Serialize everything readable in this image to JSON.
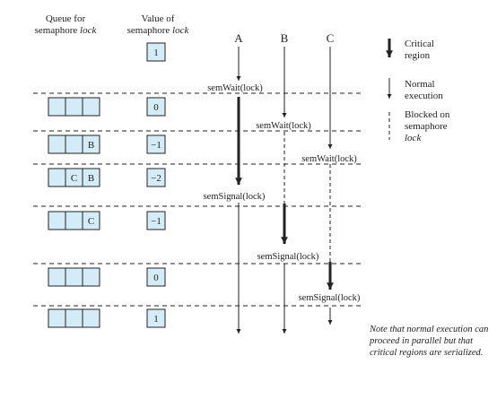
{
  "headers": {
    "queue_line1": "Queue for",
    "queue_line2_prefix": "semaphore ",
    "queue_line2_italic": "lock",
    "value_line1": "Value of",
    "value_line2_prefix": "semaphore ",
    "value_line2_italic": "lock"
  },
  "processes": [
    "A",
    "B",
    "C"
  ],
  "initial_value": "1",
  "states": [
    {
      "queue": [
        "",
        "",
        ""
      ],
      "value": "0"
    },
    {
      "queue": [
        "",
        "",
        "B"
      ],
      "value": "−1"
    },
    {
      "queue": [
        "",
        "C",
        "B"
      ],
      "value": "−2"
    },
    {
      "queue": [
        "",
        "",
        "C"
      ],
      "value": "−1"
    },
    {
      "queue": [
        "",
        "",
        ""
      ],
      "value": "0"
    },
    {
      "queue": [
        "",
        "",
        ""
      ],
      "value": "1"
    }
  ],
  "operations": [
    {
      "label": "semWait(lock)"
    },
    {
      "label": "semWait(lock)"
    },
    {
      "label": "semWait(lock)"
    },
    {
      "label": "semSignal(lock)"
    },
    {
      "label": "semSignal(lock)"
    },
    {
      "label": "semSignal(lock)"
    }
  ],
  "legend": {
    "critical": [
      "Critical",
      "region"
    ],
    "normal": [
      "Normal",
      "execution"
    ],
    "blocked_lines": [
      "Blocked on",
      "semaphore"
    ],
    "blocked_italic": "lock"
  },
  "note": "Note that normal execution can proceed in parallel but that critical regions are serialized.",
  "colors": {
    "queue_cell": "#d4ecf7",
    "line": "#222222"
  }
}
